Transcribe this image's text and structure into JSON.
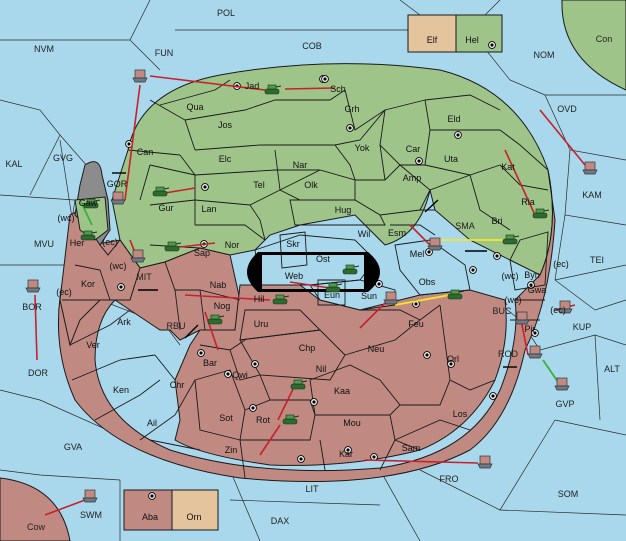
{
  "colors": {
    "sea": "#a9d8ec",
    "green_power": "#9fc48a",
    "red_power": "#c08a82",
    "neutral": "#e3c49c",
    "grey": "#8c8c8c",
    "black_strait": "#000000",
    "order_red": "#c8202a",
    "order_yellow": "#f0e826",
    "order_green": "#3ab03a"
  },
  "icons": {
    "army": "tank-icon",
    "fleet": "ship-icon",
    "supply_center": "supply-center-dot"
  },
  "territories": {
    "sea": [
      "POL",
      "NVM",
      "FUN",
      "COB",
      "NOM",
      "Con",
      "KAL",
      "GVG",
      "OVD",
      "KAM",
      "MVU",
      "MIT",
      "BOR",
      "TEI",
      "DOR",
      "RBU",
      "SMA",
      "BUC",
      "KUP",
      "ALT",
      "ROD",
      "GVP",
      "GVA",
      "FRO",
      "SOM",
      "LIT",
      "DAX",
      "SWM",
      "Cow"
    ],
    "green": [
      "Jad",
      "Sch",
      "Qua",
      "Jos",
      "Grh",
      "Can",
      "Elc",
      "Nar",
      "Car",
      "Eld",
      "Yok",
      "Uta",
      "Tel",
      "Gur",
      "Olk",
      "Amp",
      "Kat",
      "Lan",
      "Hug",
      "Ria",
      "Nor",
      "Sap",
      "Wil",
      "Esm",
      "Bri",
      "Gaw",
      "Elf",
      "Hel"
    ],
    "red": [
      "Her",
      "Kor",
      "Ark",
      "Ver",
      "Ken",
      "Ail",
      "Nab",
      "Hil",
      "Nog",
      "Bar",
      "Qwi",
      "Chr",
      "Uru",
      "Chp",
      "Neu",
      "Feu",
      "Orl",
      "Nil",
      "Kaa",
      "Sot",
      "Rot",
      "Mou",
      "Los",
      "Zin",
      "Kar",
      "Sam",
      "Byn",
      "Gwa",
      "Pir",
      "Aba",
      "Orn",
      "Obs",
      "Mel"
    ],
    "grey": [
      "Skr",
      "Ost",
      "Web",
      "Eun",
      "Sun",
      "GOR"
    ],
    "coast_labels": [
      "(wc)",
      "(ec)",
      "(wc)",
      "(ec)",
      "(wc)",
      "(ec)",
      "(wc)",
      "(ec)"
    ]
  }
}
